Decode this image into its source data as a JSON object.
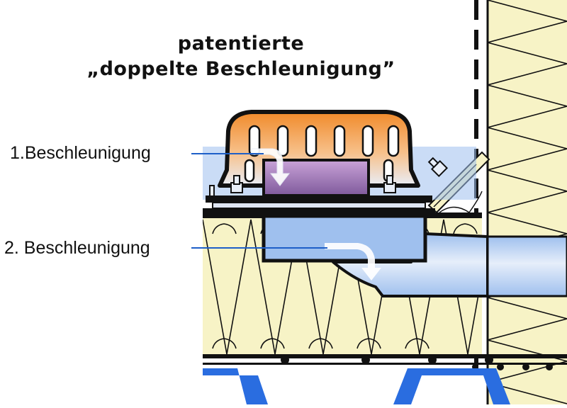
{
  "title": {
    "line1": "patentierte",
    "line2": "„doppelte Beschleunigung”"
  },
  "labels": {
    "first": "1.Beschleunigung",
    "second": "2. Beschleunigung"
  },
  "colors": {
    "insulation": "#f7f3c6",
    "zone_blue": "#9fc0ee",
    "zone_light": "#c9dcf5",
    "cap_orange": "#f2a04a",
    "nozzle_purple": "#9a6fb0",
    "pipe": "#bdd3ee",
    "slab_blue": "#2a6de0",
    "outline": "#111111",
    "leader": "#1e5fc8"
  },
  "icons": [
    "flow-arrow-icon",
    "bolt-icon"
  ]
}
